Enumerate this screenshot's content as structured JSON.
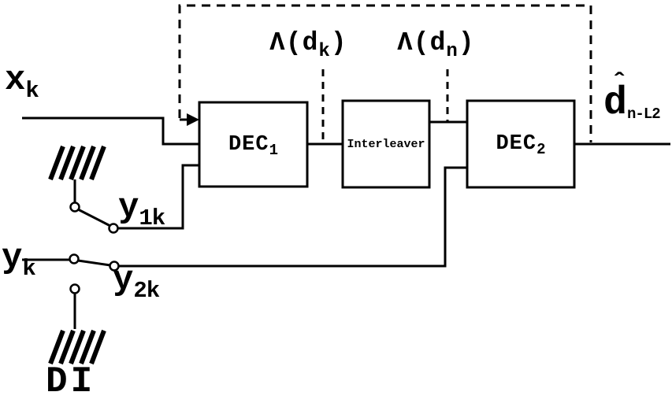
{
  "diagram": {
    "background": "#ffffff",
    "line_color": "#000000",
    "blocks": [
      {
        "name": "decoder-1",
        "label_base": "DEC",
        "label_sub": "1"
      },
      {
        "name": "interleaver",
        "label": "Interleaver"
      },
      {
        "name": "decoder-2",
        "label_base": "DEC",
        "label_sub": "2"
      }
    ],
    "labels": {
      "xk": {
        "base": "x",
        "sub": "k"
      },
      "y1k": {
        "base": "y",
        "sub": "1k"
      },
      "yk": {
        "base": "y",
        "sub": "k"
      },
      "y2k": {
        "base": "y",
        "sub": "2k"
      },
      "lambda_dk": {
        "pre": "Λ(d",
        "sub": "k",
        "post": ")"
      },
      "lambda_dn": {
        "pre": "Λ(d",
        "sub": "n",
        "post": ")"
      },
      "d_hat": {
        "hat": "ˆ",
        "base": "d",
        "sub": "n-L2"
      },
      "di": {
        "text": "DI"
      }
    }
  }
}
